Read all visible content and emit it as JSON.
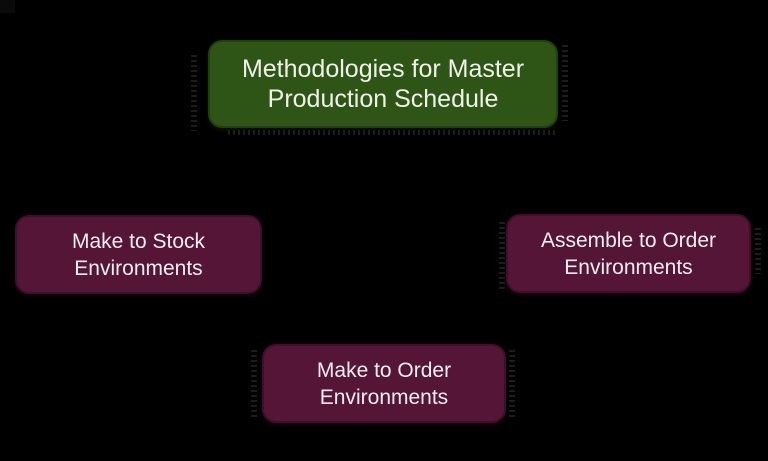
{
  "canvas": {
    "background_color": "#000000"
  },
  "diagram": {
    "title_node": {
      "lines": [
        "Methodologies for Master",
        "Production Schedule"
      ],
      "full_text": "Methodologies for Master Production Schedule",
      "fill_color": "#2e5416",
      "border_color": "#213f0f",
      "text_color": "#eef2e8"
    },
    "nodes": [
      {
        "id": "make-to-stock",
        "lines": [
          "Make to Stock",
          "Environments"
        ],
        "full_text": "Make to Stock Environments",
        "fill_color": "#551536",
        "border_color": "#3d0f28",
        "text_color": "#f2edf0"
      },
      {
        "id": "assemble-to-order",
        "lines": [
          "Assemble to Order",
          "Environments"
        ],
        "full_text": "Assemble to Order Environments",
        "fill_color": "#551536",
        "border_color": "#3d0f28",
        "text_color": "#f2edf0"
      },
      {
        "id": "make-to-order",
        "lines": [
          "Make to Order",
          "Environments"
        ],
        "full_text": "Make to Order Environments",
        "fill_color": "#551536",
        "border_color": "#3d0f28",
        "text_color": "#f2edf0"
      }
    ]
  }
}
